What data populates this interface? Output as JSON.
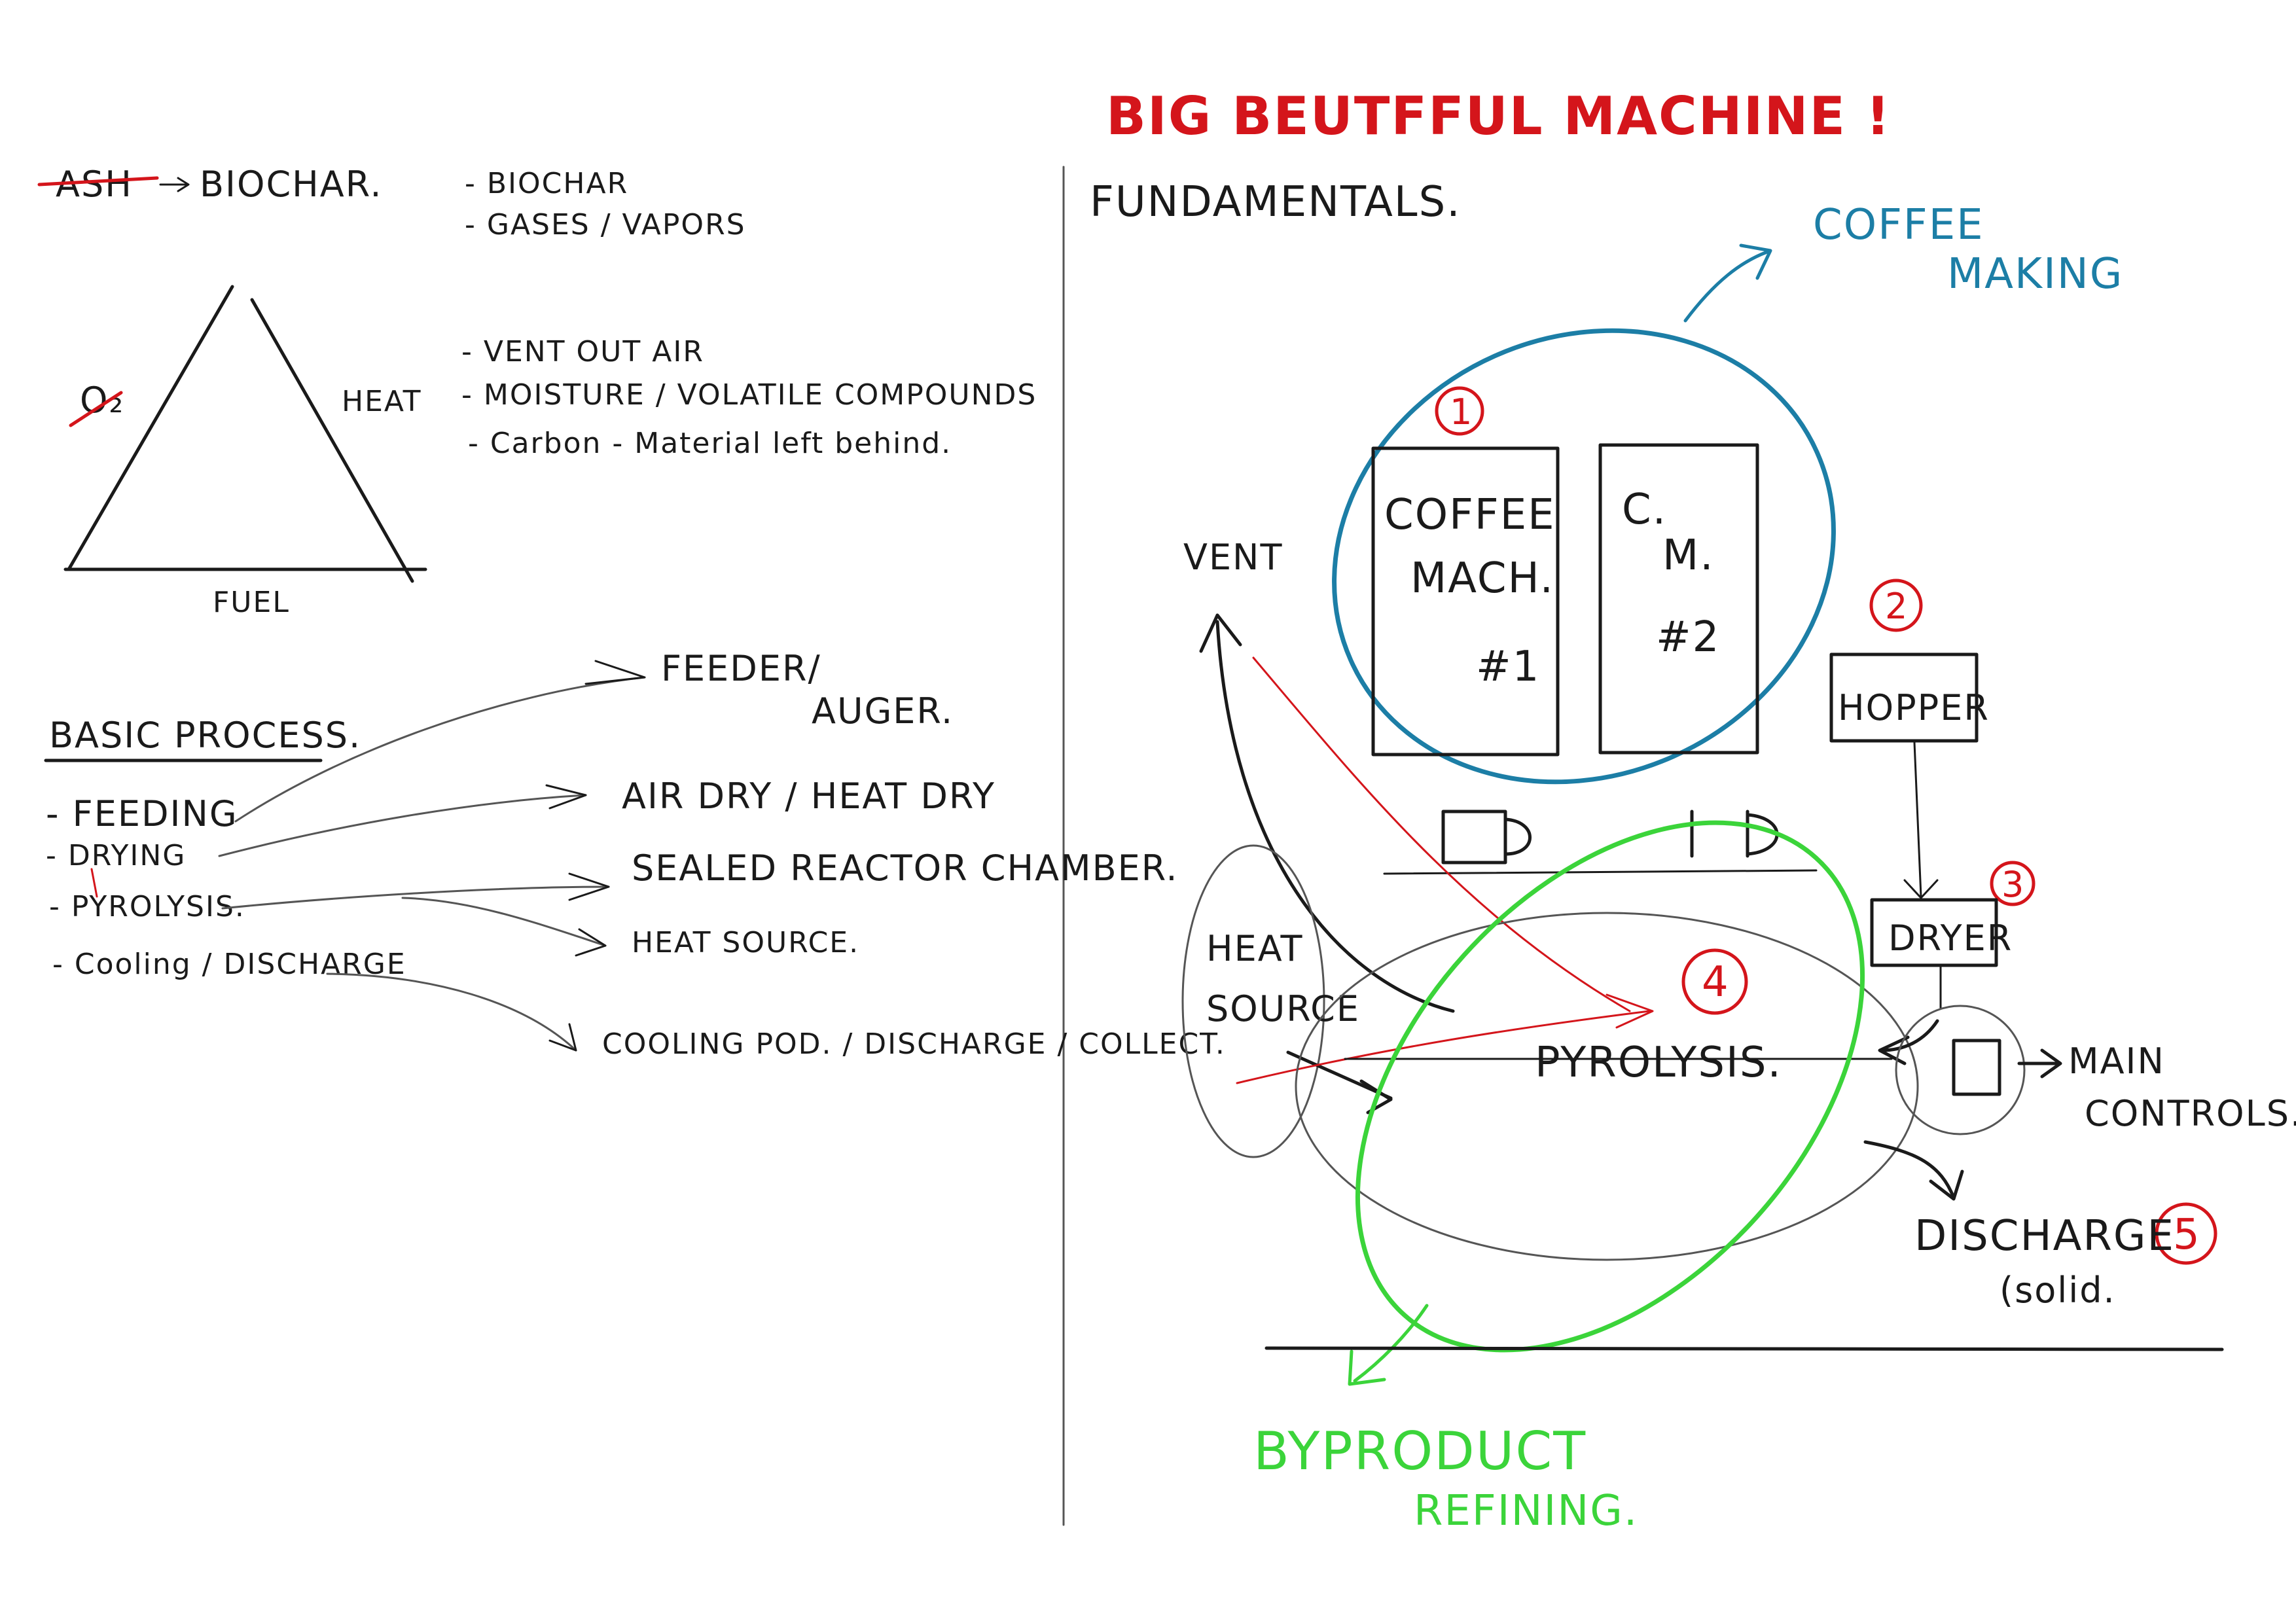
{
  "title": "BIG BEUTFFUL MACHINE !",
  "left": {
    "ash_label": "ASH",
    "biochar_label": "BIOCHAR.",
    "outputs": [
      "- BIOCHAR",
      "- GASES / VAPORS"
    ],
    "notes": [
      "- VENT OUT AIR",
      "- MOISTURE / VOLATILE COMPOUNDS",
      "- Carbon - Material left behind."
    ],
    "triangle": {
      "oxygen": "O₂",
      "heat": "HEAT",
      "fuel": "FUEL"
    },
    "process_heading": "BASIC PROCESS.",
    "process_steps": [
      "- FEEDING",
      "- DRYING",
      "- PYROLYSIS.",
      "- Cooling / DISCHARGE"
    ],
    "process_targets": {
      "feeder": "FEEDER/",
      "auger": "AUGER.",
      "dry": "AIR DRY / HEAT DRY",
      "reactor": "SEALED REACTOR CHAMBER.",
      "heat_source": "HEAT SOURCE.",
      "cooling": "COOLING POD. / DISCHARGE / COLLECT."
    }
  },
  "right": {
    "heading": "FUNDAMENTALS.",
    "coffee_making": [
      "COFFEE",
      "MAKING"
    ],
    "coffee_machine_1": [
      "COFFEE",
      "MACH.",
      "#1"
    ],
    "coffee_machine_2": [
      "C.",
      "M.",
      "#2"
    ],
    "vent": "VENT",
    "hopper": "HOPPER",
    "dryer": "DRYER",
    "heat_source": [
      "HEAT",
      "SOURCE"
    ],
    "pyrolysis": "PYROLYSIS.",
    "main_controls": [
      "MAIN",
      "CONTROLS."
    ],
    "discharge": [
      "DISCHARGE",
      "(solid."
    ],
    "byproduct": [
      "BYPRODUCT",
      "REFINING."
    ],
    "markers": [
      "1",
      "2",
      "3",
      "4",
      "5"
    ]
  },
  "colors": {
    "ink": "#1a1a1a",
    "red": "#d4151b",
    "blue": "#1c7ea6",
    "green": "#3bd43a"
  }
}
